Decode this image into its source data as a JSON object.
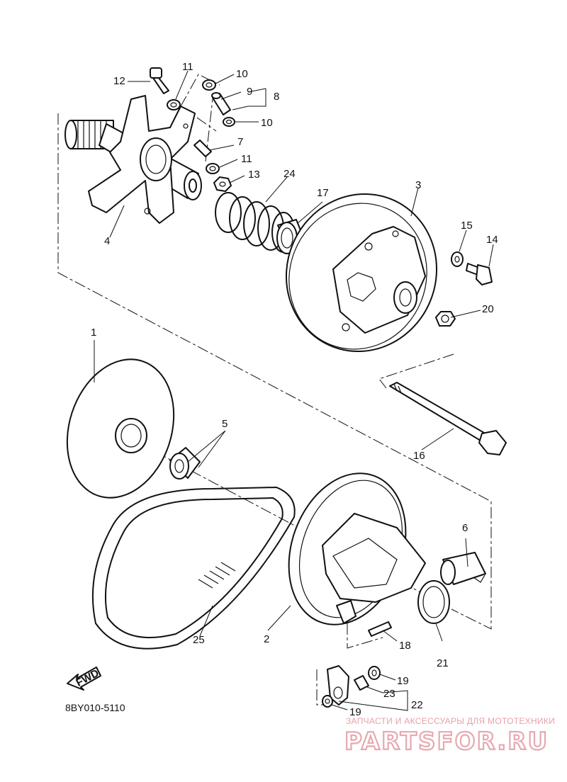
{
  "diagram": {
    "callouts": [
      {
        "id": "c1",
        "text": "1"
      },
      {
        "id": "c2",
        "text": "2"
      },
      {
        "id": "c3",
        "text": "3"
      },
      {
        "id": "c4",
        "text": "4"
      },
      {
        "id": "c5",
        "text": "5"
      },
      {
        "id": "c6",
        "text": "6"
      },
      {
        "id": "c7",
        "text": "7"
      },
      {
        "id": "c8",
        "text": "8"
      },
      {
        "id": "c9",
        "text": "9"
      },
      {
        "id": "c10a",
        "text": "10"
      },
      {
        "id": "c10b",
        "text": "10"
      },
      {
        "id": "c11a",
        "text": "11"
      },
      {
        "id": "c11b",
        "text": "11"
      },
      {
        "id": "c12",
        "text": "12"
      },
      {
        "id": "c13",
        "text": "13"
      },
      {
        "id": "c14",
        "text": "14"
      },
      {
        "id": "c15",
        "text": "15"
      },
      {
        "id": "c16",
        "text": "16"
      },
      {
        "id": "c17",
        "text": "17"
      },
      {
        "id": "c18",
        "text": "18"
      },
      {
        "id": "c19a",
        "text": "19"
      },
      {
        "id": "c19b",
        "text": "19"
      },
      {
        "id": "c20",
        "text": "20"
      },
      {
        "id": "c21",
        "text": "21"
      },
      {
        "id": "c22",
        "text": "22"
      },
      {
        "id": "c23",
        "text": "23"
      },
      {
        "id": "c24",
        "text": "24"
      },
      {
        "id": "c25",
        "text": "25"
      }
    ],
    "direction_label": "FWD",
    "drawing_code": "8BY010-5110"
  },
  "watermark": {
    "tagline": "ЗАПЧАСТИ И АКСЕССУАРЫ ДЛЯ МОТОТЕХНИКИ",
    "brand": "PARTSFOR.RU",
    "color": "#e7a9b0"
  }
}
